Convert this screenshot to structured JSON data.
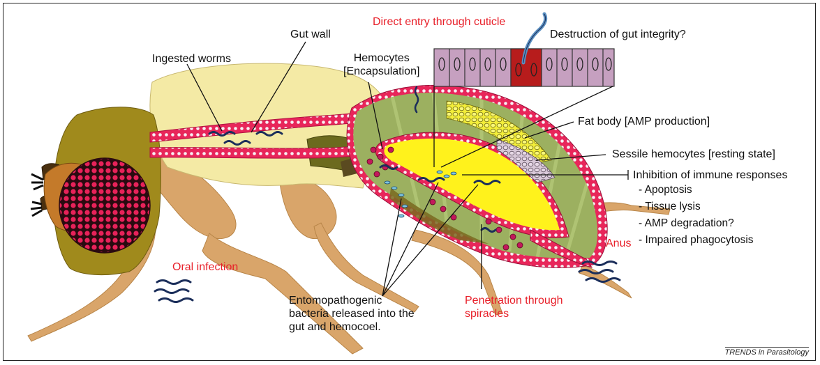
{
  "labels": {
    "gut_wall": "Gut wall",
    "ingested_worms": "Ingested worms",
    "direct_entry": "Direct entry through cuticle",
    "hemocytes_line1": "Hemocytes",
    "hemocytes_line2": "[Encapsulation]",
    "destruction": "Destruction of gut integrity?",
    "fat_body": "Fat body [AMP production]",
    "sessile": "Sessile hemocytes [resting state]",
    "inhibition": "Inhibition of immune responses",
    "inhibition_items": [
      "- Apoptosis",
      "- Tissue lysis",
      "- AMP degradation?",
      "- Impaired phagocytosis"
    ],
    "anus": "Anus",
    "oral_infection": "Oral infection",
    "entomo_line1": "Entomopathogenic",
    "entomo_line2": "bacteria released into the",
    "entomo_line3": "gut and hemocoel.",
    "penetration_line1": "Penetration through",
    "penetration_line2": "spiracles"
  },
  "footer": "TRENDS in Parasitology",
  "colors": {
    "red_label": "#e8202a",
    "body_tan": "#d9a56a",
    "head_olive": "#a08a1c",
    "thorax_cream": "#f4eaa5",
    "abdomen_green": "#9cb060",
    "fat_yellow": "#fff21c",
    "gut_pink": "#e8265a",
    "cell_lilac": "#c6a0c0",
    "damaged_cell": "#b71c1c",
    "worm_navy": "#1b2e5a"
  }
}
